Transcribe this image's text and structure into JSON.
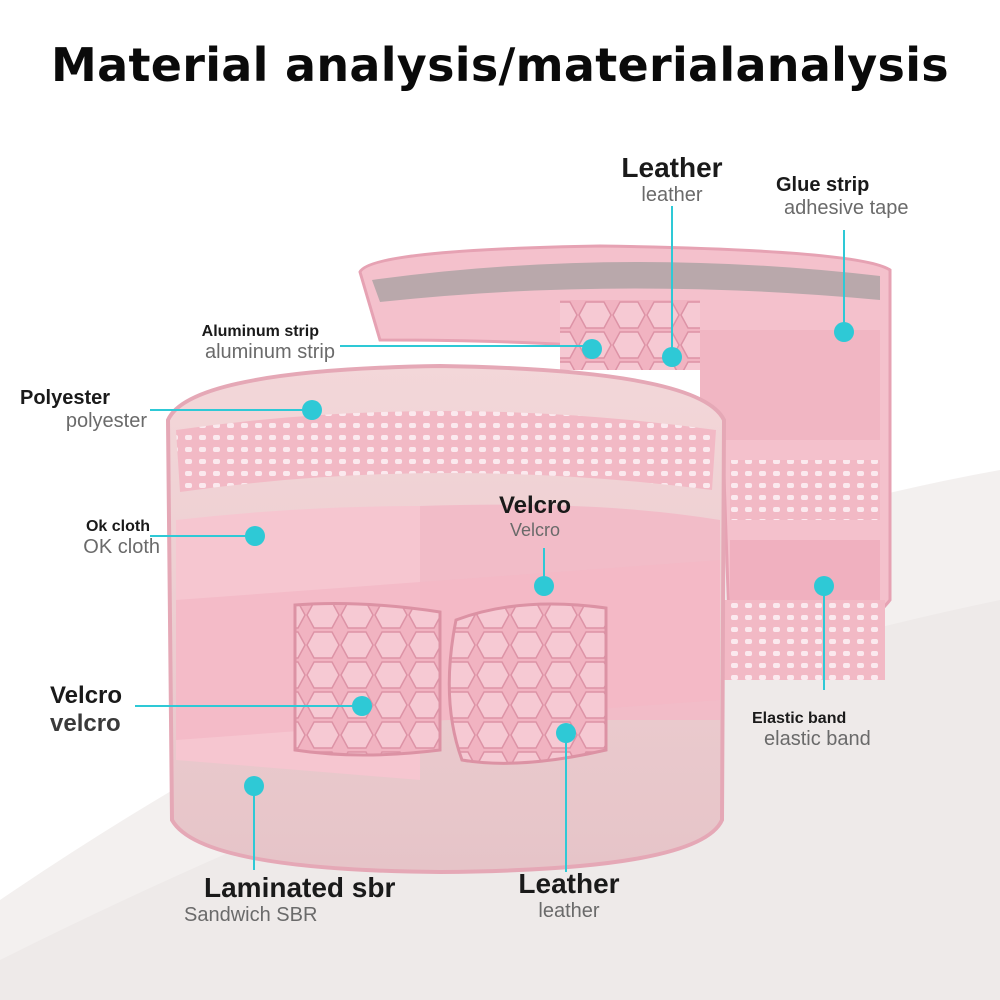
{
  "title": "Material analysis/materialanalysis",
  "accent_color": "#2ec9d6",
  "product_color": "#f5c6cf",
  "labels": {
    "leather_top": {
      "en": "Leather",
      "sub": "leather"
    },
    "glue_strip": {
      "en": "Glue strip",
      "sub": "adhesive tape"
    },
    "aluminum_strip": {
      "en": "Aluminum strip",
      "sub": "aluminum strip"
    },
    "polyester": {
      "en": "Polyester",
      "sub": "polyester"
    },
    "ok_cloth": {
      "en": "Ok cloth",
      "sub": "OK cloth"
    },
    "velcro_center": {
      "en": "Velcro",
      "sub": "Velcro"
    },
    "velcro_left": {
      "en": "Velcro",
      "sub": "velcro"
    },
    "elastic_band": {
      "en": "Elastic band",
      "sub": "elastic band"
    },
    "laminated_sbr": {
      "en": "Laminated sbr",
      "sub": "Sandwich SBR"
    },
    "leather_bottom": {
      "en": "Leather",
      "sub": "leather"
    }
  }
}
